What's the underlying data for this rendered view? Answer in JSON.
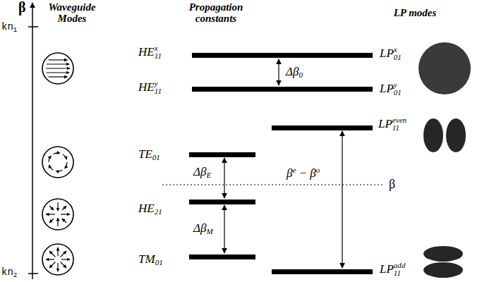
{
  "diagram": {
    "labels": [
      "β",
      "Waveguide Modes",
      "Propagation constants",
      "LP modes",
      "kn1",
      "HE11x",
      "LP01x",
      "Δβ0",
      "HE11y",
      "LP01y",
      "LP11even",
      "TE01",
      "ΔβE",
      "βe − βo",
      "β",
      "HE21",
      "ΔβM",
      "TM01",
      "LP11add",
      "kn2"
    ]
  }
}
